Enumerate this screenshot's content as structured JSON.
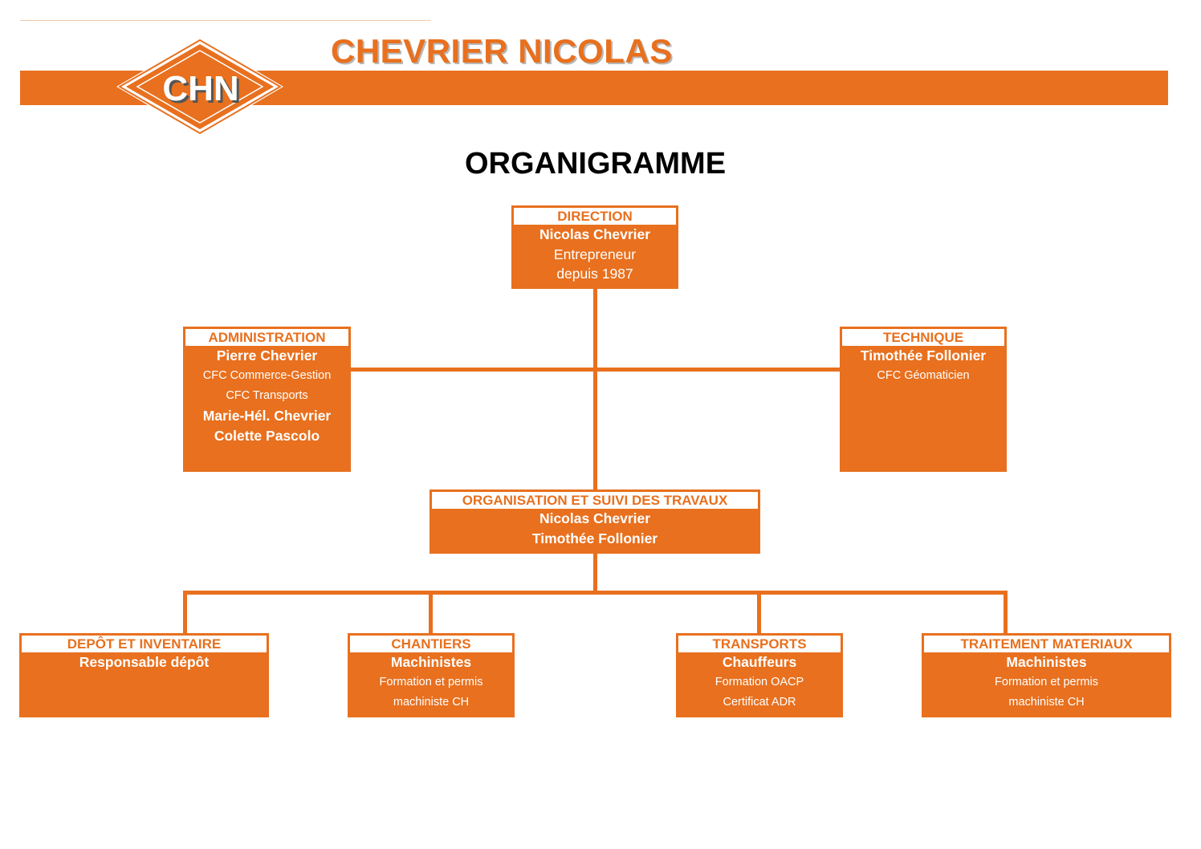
{
  "header": {
    "company_name": "CHEVRIER NICOLAS",
    "logo_text": "CHN",
    "brand_color": "#e8701e"
  },
  "document_title": "ORGANIGRAMME",
  "org": {
    "direction": {
      "title": "DIRECTION",
      "name": "Nicolas Chevrier",
      "line1": "Entrepreneur",
      "line2": "depuis 1987"
    },
    "administration": {
      "title": "ADMINISTRATION",
      "name1": "Pierre Chevrier",
      "note1": "CFC Commerce-Gestion",
      "note2": "CFC Transports",
      "name2": "Marie-Hél. Chevrier",
      "name3": "Colette Pascolo"
    },
    "technique": {
      "title": "TECHNIQUE",
      "name": "Timothée Follonier",
      "note": "CFC Géomaticien"
    },
    "organisation": {
      "title": "ORGANISATION ET SUIVI DES TRAVAUX",
      "name1": "Nicolas Chevrier",
      "name2": "Timothée Follonier"
    },
    "depot": {
      "title": "DEPÔT ET INVENTAIRE",
      "role": "Responsable dépôt"
    },
    "chantiers": {
      "title": "CHANTIERS",
      "role": "Machinistes",
      "note1": "Formation et permis",
      "note2": "machiniste CH"
    },
    "transports": {
      "title": "TRANSPORTS",
      "role": "Chauffeurs",
      "note1": "Formation OACP",
      "note2": "Certificat ADR"
    },
    "traitement": {
      "title": "TRAITEMENT MATERIAUX",
      "role": "Machinistes",
      "note1": "Formation et permis",
      "note2": "machiniste CH"
    }
  }
}
